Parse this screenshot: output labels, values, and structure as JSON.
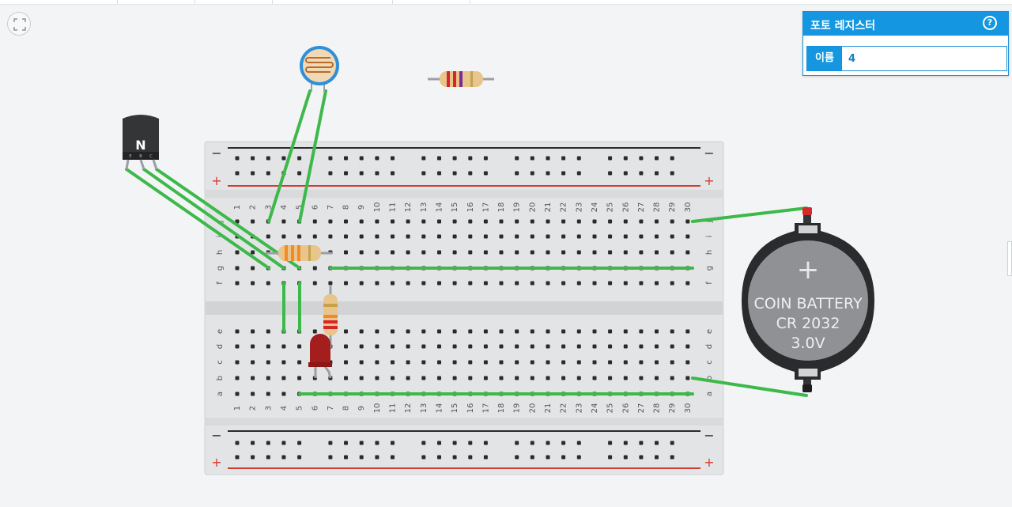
{
  "panel": {
    "title": "포토 레지스터",
    "help_icon": "question-icon",
    "name_label": "이름",
    "name_value": "4"
  },
  "toolbar": {
    "fit_icon": "fit-view-icon"
  },
  "breadboard": {
    "columns": [
      "1",
      "2",
      "3",
      "4",
      "5",
      "6",
      "7",
      "8",
      "9",
      "10",
      "11",
      "12",
      "13",
      "14",
      "15",
      "16",
      "17",
      "18",
      "19",
      "20",
      "21",
      "22",
      "23",
      "24",
      "25",
      "26",
      "27",
      "28",
      "29",
      "30"
    ],
    "top_rows": [
      "j",
      "i",
      "h",
      "g",
      "f"
    ],
    "bottom_rows": [
      "e",
      "d",
      "c",
      "b",
      "a"
    ],
    "rail_minus": "−",
    "rail_plus": "+"
  },
  "transistor": {
    "type_label": "N",
    "pins": [
      "E",
      "B",
      "C"
    ]
  },
  "battery": {
    "line1": "COIN BATTERY",
    "line2": "CR 2032",
    "line3": "3.0V",
    "symbol": "+"
  },
  "colors": {
    "wire": "#3db84a",
    "rail_red": "#d33b32",
    "rail_black": "#2b2b2b",
    "accent": "#1497e0",
    "led": "#a41e1e"
  }
}
